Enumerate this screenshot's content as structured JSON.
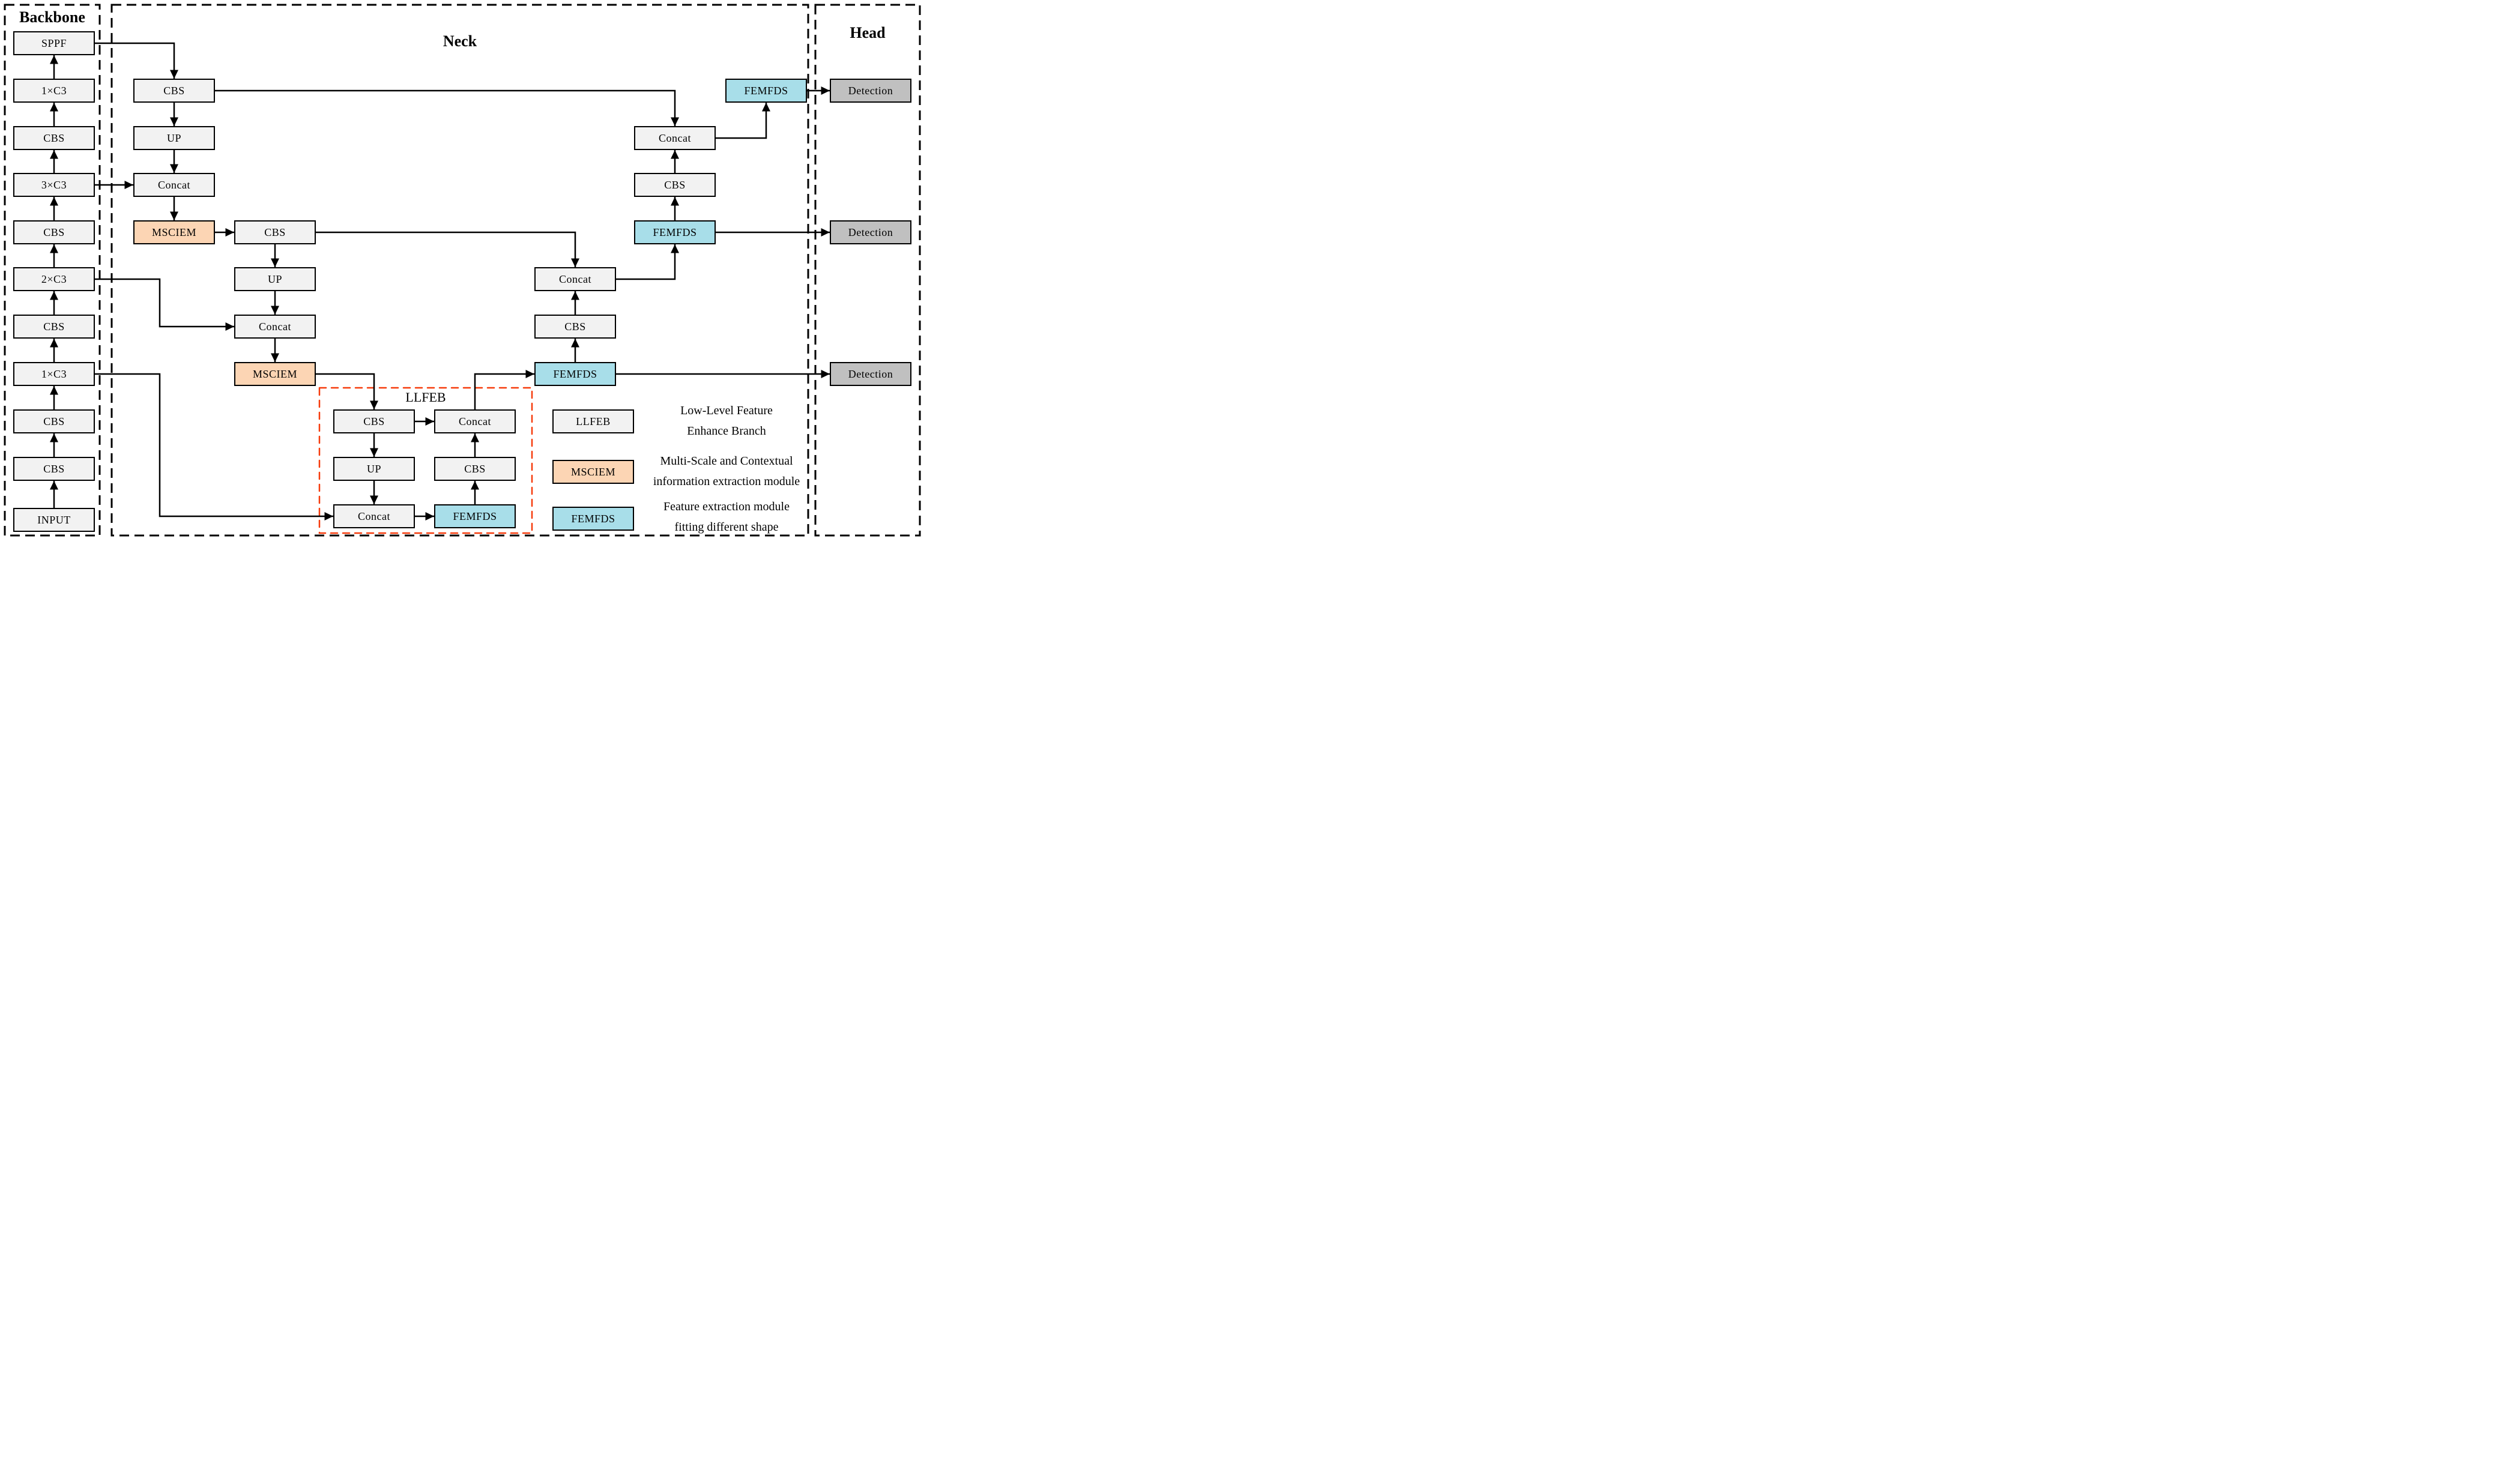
{
  "sections": {
    "backbone": "Backbone",
    "neck": "Neck",
    "head": "Head",
    "llfeb": "LLFEB"
  },
  "nodes": {
    "backbone": [
      "SPPF",
      "1×C3",
      "CBS",
      "3×C3",
      "CBS",
      "2×C3",
      "CBS",
      "1×C3",
      "CBS",
      "CBS",
      "INPUT"
    ],
    "neck_col1": [
      "CBS",
      "UP",
      "Concat",
      "MSCIEM"
    ],
    "neck_col2": [
      "CBS",
      "UP",
      "Concat",
      "MSCIEM"
    ],
    "llfeb_left": [
      "CBS",
      "UP",
      "Concat"
    ],
    "llfeb_right": [
      "Concat",
      "CBS",
      "FEMFDS"
    ],
    "mid_col": [
      "Concat",
      "CBS",
      "FEMFDS"
    ],
    "upper_col": [
      "Concat",
      "CBS",
      "FEMFDS"
    ],
    "femfds_top": "FEMFDS",
    "head": [
      "Detection",
      "Detection",
      "Detection"
    ]
  },
  "legend": {
    "items": [
      {
        "label": "LLFEB",
        "desc_line1": "Low-Level Feature",
        "desc_line2": "Enhance Branch"
      },
      {
        "label": "MSCIEM",
        "desc_line1": "Multi-Scale and Contextual",
        "desc_line2": "information extraction module"
      },
      {
        "label": "FEMFDS",
        "desc_line1": "Feature extraction module",
        "desc_line2": "fitting different shape"
      }
    ]
  },
  "colors": {
    "box_fill": "#f2f2f2",
    "mscie_fill": "#fcd5b4",
    "femfds_fill": "#a8dee9",
    "detection_fill": "#c0c0c0",
    "wire": "#000000",
    "llfeb_border": "#f63b0c"
  }
}
